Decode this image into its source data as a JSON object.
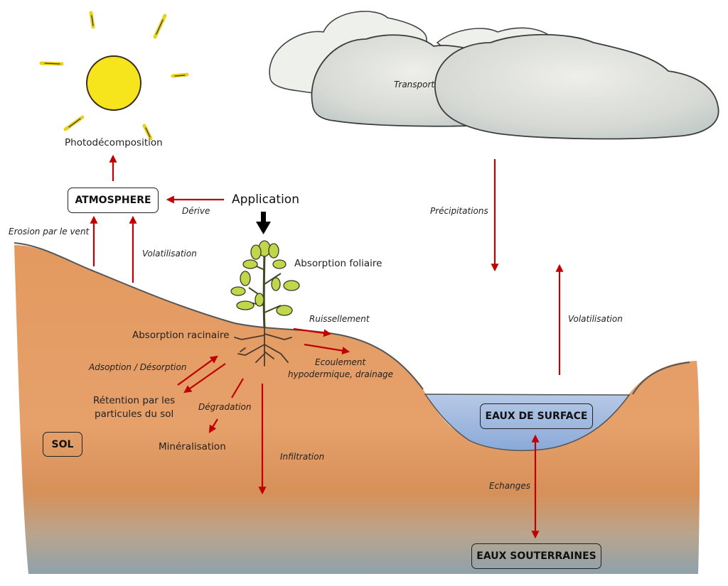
{
  "title": "Devenir des pesticides dans l'environnement",
  "colors": {
    "arrow": "#c00000",
    "soil": "#e0955c",
    "soil_dark": "#c9773f",
    "water_surface": "#9fb9dd",
    "groundwater": "#8fa3b0",
    "cloud": "#d9dcd8",
    "sun": "#f5e11a",
    "leaf": "#b8cf4a"
  },
  "icons": {
    "sun": "sun-icon",
    "clouds": "cloud-icon",
    "plant": "plant-icon",
    "roots": "roots-icon",
    "application_arrow": "down-arrow-icon"
  },
  "compartments": {
    "atmosphere": "ATMOSPHERE",
    "sol": "SOL",
    "eaux_surface": "EAUX DE SURFACE",
    "eaux_souterraines": "EAUX SOUTERRAINES"
  },
  "labels": {
    "photodecomposition": "Photodécomposition",
    "application": "Application",
    "derive": "Dérive",
    "erosion_vent": "Erosion par le vent",
    "volatilisation_sol": "Volatilisation",
    "absorption_foliaire": "Absorption foliaire",
    "ruissellement": "Ruissellement",
    "absorption_racinaire": "Absorption racinaire",
    "ecoulement_line1": "Ecoulement",
    "ecoulement_line2": "hypodermique, drainage",
    "adsorption": "Adsoption / Désorption",
    "retention_line1": "Rétention par les",
    "retention_line2": "particules du sol",
    "degradation": "Dégradation",
    "mineralisation": "Minéralisation",
    "infiltration": "Infiltration",
    "transport": "Transport",
    "precipitations": "Précipitations",
    "volatilisation_eau": "Volatilisation",
    "echanges": "Echanges"
  }
}
